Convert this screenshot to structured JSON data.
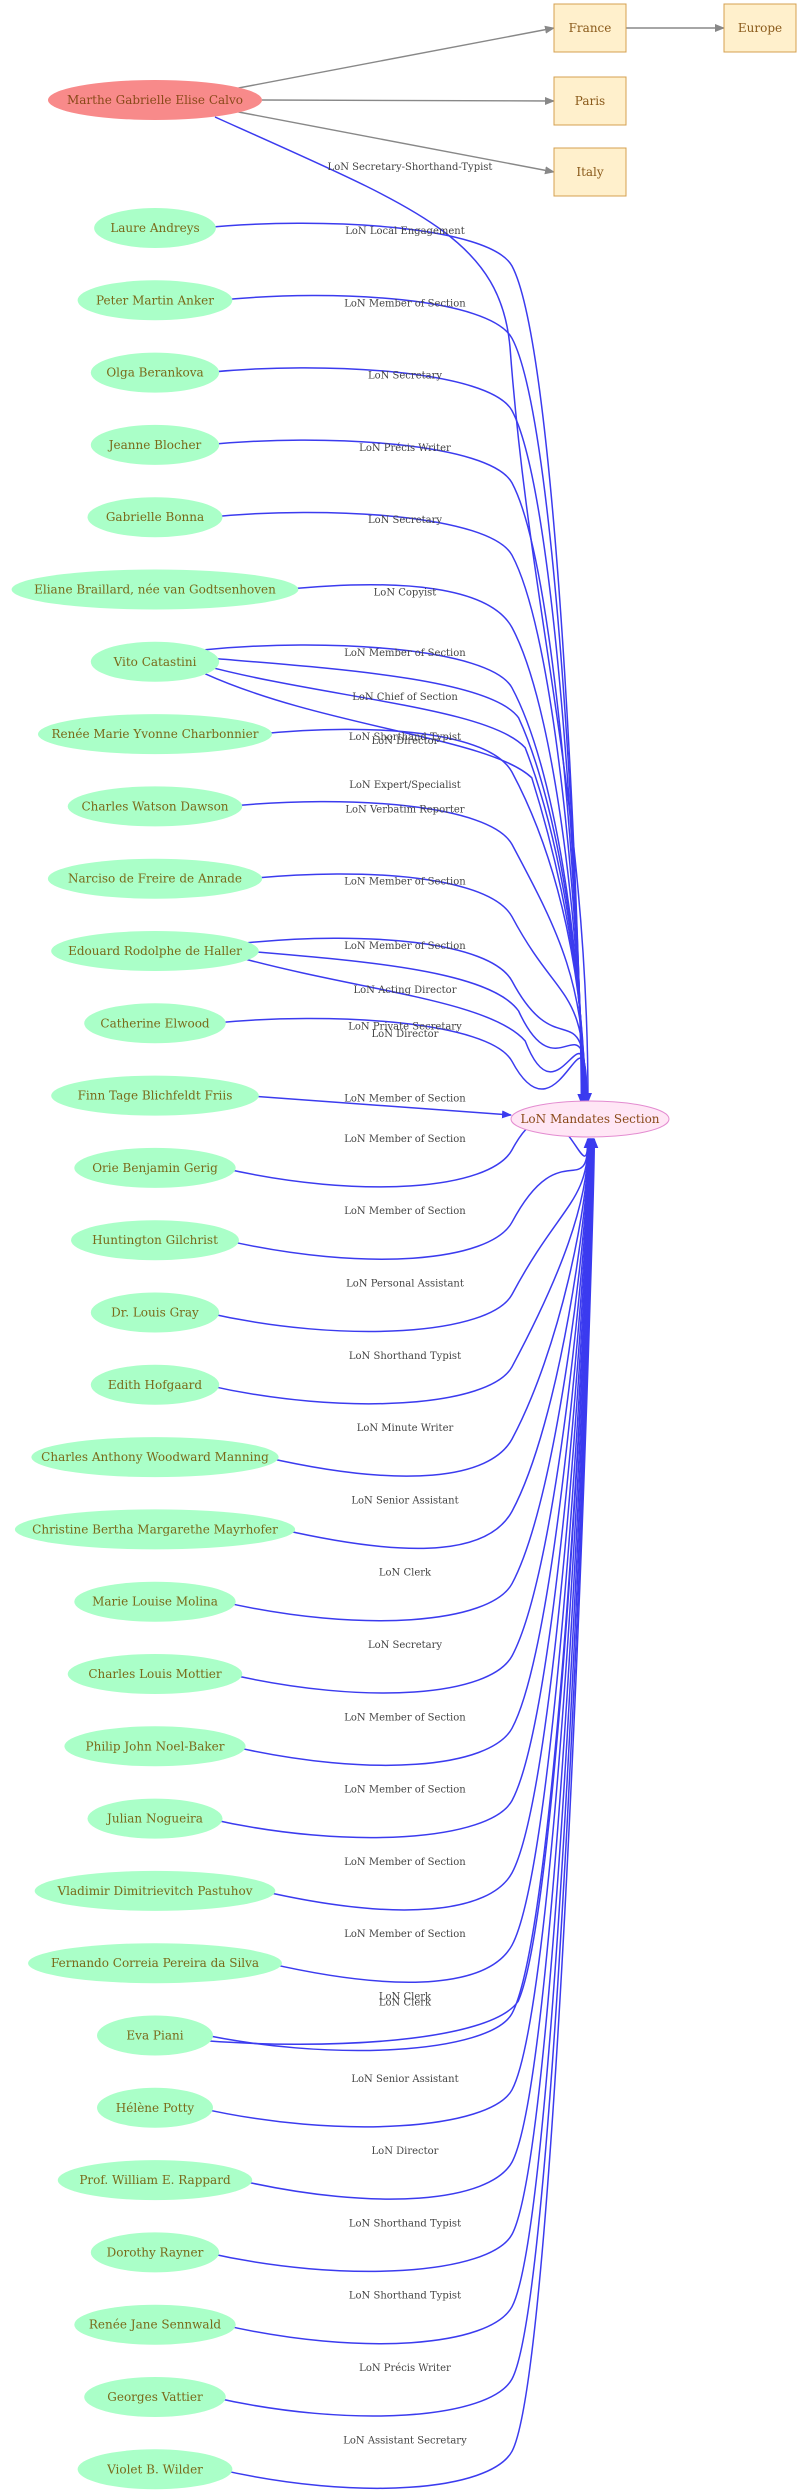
{
  "source_person": {
    "label": "Marthe Gabrielle Elise Calvo",
    "fill": "#f88a8a",
    "text_color": "#8a4a1a"
  },
  "place_nodes": [
    {
      "id": "france",
      "label": "France"
    },
    {
      "id": "paris",
      "label": "Paris"
    },
    {
      "id": "italy",
      "label": "Italy"
    },
    {
      "id": "europe",
      "label": "Europe"
    }
  ],
  "place_style": {
    "fill": "#fff0cc",
    "stroke": "#d4a050"
  },
  "gray_edges": [
    {
      "from": "source",
      "to": "france"
    },
    {
      "from": "source",
      "to": "paris"
    },
    {
      "from": "source",
      "to": "italy"
    },
    {
      "from": "france",
      "to": "europe"
    }
  ],
  "target": {
    "label": "LoN Mandates Section",
    "fill": "#ffe6f5",
    "stroke": "#e38bd0",
    "text_color": "#8a4a1a"
  },
  "source_edge_label": "LoN Secretary-Shorthand-Typist",
  "person_style": {
    "fill": "#aaffc8",
    "text_color": "#7a6a1a"
  },
  "edge_color": "#3b3bef",
  "gray_edge_color": "#888888",
  "people": [
    {
      "label": "Laure Andreys",
      "roles": [
        "LoN Local Engagement"
      ]
    },
    {
      "label": "Peter Martin Anker",
      "roles": [
        "LoN Member of Section"
      ]
    },
    {
      "label": "Olga Berankova",
      "roles": [
        "LoN Secretary"
      ]
    },
    {
      "label": "Jeanne Blocher",
      "roles": [
        "LoN Précis Writer"
      ]
    },
    {
      "label": "Gabrielle Bonna",
      "roles": [
        "LoN Secretary"
      ]
    },
    {
      "label": "Eliane Braillard, née van Godtsenhoven",
      "roles": [
        "LoN Copyist"
      ]
    },
    {
      "label": "Vito Catastini",
      "roles": [
        "LoN Member of Section",
        "LoN Chief of Section",
        "LoN Director",
        "LoN Expert/Specialist"
      ]
    },
    {
      "label": "Renée Marie Yvonne Charbonnier",
      "roles": [
        "LoN Shorthand Typist"
      ]
    },
    {
      "label": "Charles Watson Dawson",
      "roles": [
        "LoN Verbatim Reporter"
      ]
    },
    {
      "label": "Narciso de Freire de Anrade",
      "roles": [
        "LoN Member of Section"
      ]
    },
    {
      "label": "Edouard Rodolphe de Haller",
      "roles": [
        "LoN Member of Section",
        "LoN Acting Director",
        "LoN Director"
      ]
    },
    {
      "label": "Catherine Elwood",
      "roles": [
        "LoN Private Secretary"
      ]
    },
    {
      "label": "Finn Tage Blichfeldt Friis",
      "roles": [
        "LoN Member of Section"
      ]
    },
    {
      "label": "Orie Benjamin Gerig",
      "roles": [
        "LoN Member of Section"
      ]
    },
    {
      "label": "Huntington Gilchrist",
      "roles": [
        "LoN Member of Section"
      ]
    },
    {
      "label": "Dr. Louis Gray",
      "roles": [
        "LoN Personal Assistant"
      ]
    },
    {
      "label": "Edith Hofgaard",
      "roles": [
        "LoN Shorthand Typist"
      ]
    },
    {
      "label": "Charles Anthony Woodward Manning",
      "roles": [
        "LoN Minute Writer"
      ]
    },
    {
      "label": "Christine Bertha Margarethe Mayrhofer",
      "roles": [
        "LoN Senior Assistant"
      ]
    },
    {
      "label": "Marie Louise Molina",
      "roles": [
        "LoN Clerk"
      ]
    },
    {
      "label": "Charles Louis Mottier",
      "roles": [
        "LoN Secretary"
      ]
    },
    {
      "label": "Philip John Noel-Baker",
      "roles": [
        "LoN Member of Section"
      ]
    },
    {
      "label": "Julian Nogueira",
      "roles": [
        "LoN Member of Section"
      ]
    },
    {
      "label": "Vladimir Dimitrievitch Pastuhov",
      "roles": [
        "LoN Member of Section"
      ]
    },
    {
      "label": "Fernando Correia Pereira da Silva",
      "roles": [
        "LoN Member of Section"
      ]
    },
    {
      "label": "Eva Piani",
      "roles": [
        "LoN Clerk",
        "LoN Clerk"
      ]
    },
    {
      "label": "Hélène Potty",
      "roles": [
        "LoN Senior Assistant"
      ]
    },
    {
      "label": "Prof. William E. Rappard",
      "roles": [
        "LoN Director"
      ]
    },
    {
      "label": "Dorothy Rayner",
      "roles": [
        "LoN Shorthand Typist"
      ]
    },
    {
      "label": "Renée Jane Sennwald",
      "roles": [
        "LoN Shorthand Typist"
      ]
    },
    {
      "label": "Georges  Vattier",
      "roles": [
        "LoN Précis Writer"
      ]
    },
    {
      "label": "Violet B.   Wilder",
      "roles": [
        "LoN Assistant Secretary"
      ]
    }
  ]
}
